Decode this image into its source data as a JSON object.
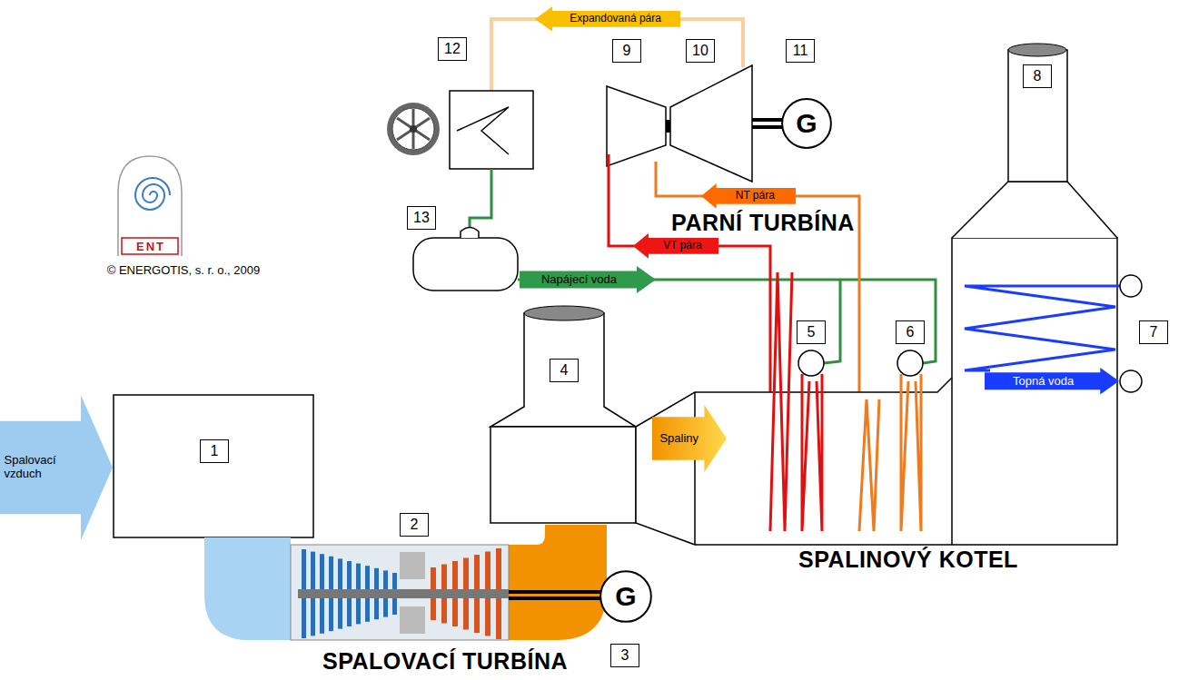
{
  "diagram": {
    "nodes": [
      {
        "text": [
          "Expandovaná pára"
        ]
      },
      {
        "text": [
          "G"
        ]
      },
      {
        "text": [
          "NT pára"
        ]
      },
      {
        "text": [
          "VT pára"
        ]
      },
      {
        "text": [
          "Spalovací vzduch"
        ]
      },
      {
        "text": [
          "Napájecí voda"
        ]
      },
      {
        "text": [
          "Topná voda"
        ]
      },
      {
        "text": [
          "Spaliny"
        ]
      },
      {
        "text": [
          "G"
        ]
      }
    ],
    "labels": [
      "1",
      "2",
      "3",
      "4",
      "5",
      "6",
      "7",
      "8",
      "9",
      "10",
      "11",
      "12",
      "13",
      "SPALOVACÍ TURBÍNA",
      "PARNÍ TURBÍNA",
      "SPALINOVÝ KOTEL",
      "© ENERGOTIS, s. r. o., 2009",
      "ENT"
    ]
  }
}
